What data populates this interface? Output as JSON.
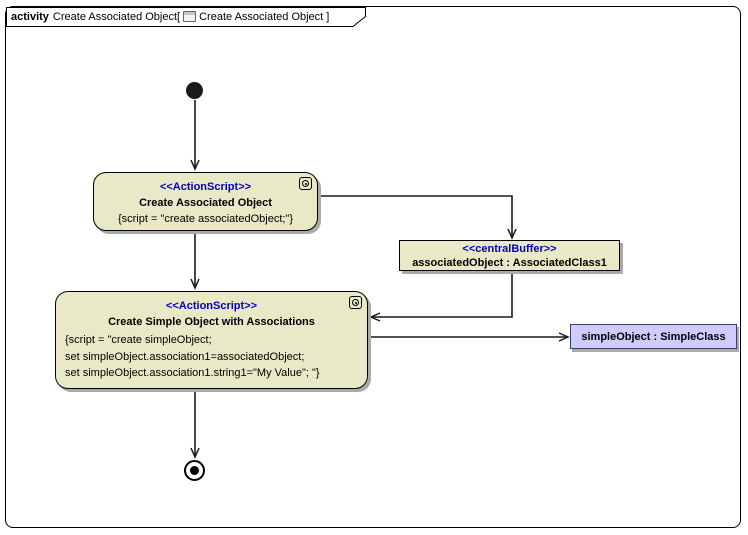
{
  "frame": {
    "keyword": "activity",
    "activity_name": "Create Associated Object",
    "open_bracket": "[",
    "diagram_name": "Create Associated Object",
    "close_bracket": "]"
  },
  "nodes": {
    "create_associated_object": {
      "stereotype": "<<ActionScript>>",
      "name": "Create Associated Object",
      "script": "{script = \"create associatedObject;\"}"
    },
    "associated_buffer": {
      "stereotype": "<<centralBuffer>>",
      "name": "associatedObject : AssociatedClass1"
    },
    "create_simple_object": {
      "stereotype": "<<ActionScript>>",
      "name": "Create Simple Object with Associations",
      "script_lines": [
        "{script = \"create simpleObject;",
        "set simpleObject.association1=associatedObject;",
        "set simpleObject.association1.string1=\"My Value\"; \"}"
      ]
    },
    "simple_object": {
      "name": "simpleObject : SimpleClass"
    }
  },
  "colors": {
    "action_fill": "#e9e9c8",
    "buffer_fill": "#e9e9c8",
    "object_fill": "#ccccff",
    "stereotype": "#0000c0",
    "node_border": "#000000",
    "edge": "#1a1a1a",
    "shadow": "#aaaaaa",
    "frame_border": "#000000"
  }
}
